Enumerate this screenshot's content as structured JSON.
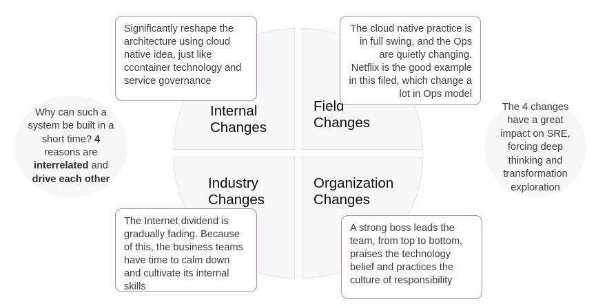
{
  "diagram": {
    "title": "Four Changes Wheel",
    "accent_border_color": "#b089ab",
    "sector_fill_color": "#f7f7f7",
    "oval_fill_color": "#f7f7f7",
    "sectors": [
      {
        "id": "internal",
        "label": "Internal\nChanges"
      },
      {
        "id": "field",
        "label": "Field\nChanges"
      },
      {
        "id": "industry",
        "label": "Industry\nChanges"
      },
      {
        "id": "organization",
        "label": "Organization\nChanges"
      }
    ],
    "callouts": [
      {
        "id": "internal",
        "align": "left",
        "text": "Significantly reshape the architecture using cloud native idea, just like  ccontainer technology and service governance"
      },
      {
        "id": "field",
        "align": "right",
        "text": "The cloud native practice is in full swing, and the Ops are quietly changing. Netflix is the good example in this filed, which change a lot in Ops model"
      },
      {
        "id": "industry",
        "align": "left",
        "text": "The Internet dividend is gradually fading. Because of this, the business teams have time to calm down and cultivate its internal skills"
      },
      {
        "id": "organization",
        "align": "left",
        "text": "A strong boss leads the team, from top to bottom, praises the technology belief and practices the culture of responsibility"
      }
    ],
    "left_oval": {
      "line1": "Why can such a system be built in a short time? ",
      "bold1": "4",
      "line2": " reasons are ",
      "bold2": "interrelated",
      "line3": " and ",
      "bold3": "drive each other"
    },
    "right_oval": {
      "text": "The 4 changes have a great impact on SRE, forcing deep thinking and transformation exploration"
    }
  }
}
